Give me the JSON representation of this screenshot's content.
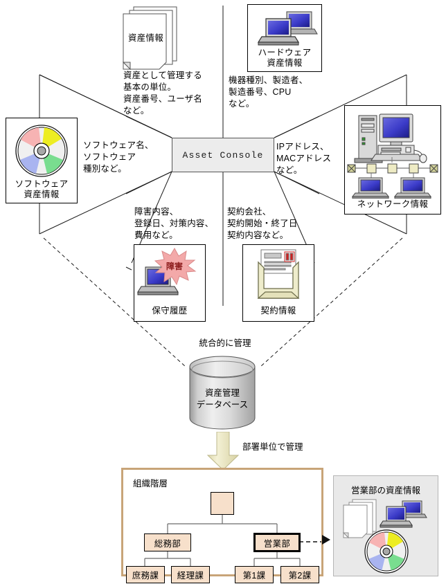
{
  "diagram": {
    "center": {
      "label": "Asset Console"
    },
    "nodes": [
      {
        "id": "asset-info",
        "label": "資産情報",
        "icon": "documents-icon"
      },
      {
        "id": "hardware-info",
        "label": "ハードウェア\n資産情報",
        "icon": "laptops-icon"
      },
      {
        "id": "network-info",
        "label": "ネットワーク情報",
        "icon": "network-icon"
      },
      {
        "id": "contract-info",
        "label": "契約情報",
        "icon": "envelope-icon"
      },
      {
        "id": "maintenance",
        "label": "保守履歴",
        "icon": "failure-burst-icon"
      },
      {
        "id": "software-info",
        "label": "ソフトウェア\n資産情報",
        "icon": "cd-icon"
      }
    ],
    "descriptions": [
      {
        "id": "asset-info-desc",
        "text": "資産として管理する\n基本の単位。\n資産番号、ユーザ名\nなど。"
      },
      {
        "id": "hardware-info-desc",
        "text": "機器種別、製造者、\n製造番号、CPU\nなど。"
      },
      {
        "id": "network-info-desc",
        "text": "IPアドレス、\nMACアドレス\nなど。"
      },
      {
        "id": "contract-info-desc",
        "text": "契約会社、\n契約開始・終了日\n契約内容など。"
      },
      {
        "id": "maintenance-desc",
        "text": "障害内容、\n登録日、対策内容、\n費用など。"
      },
      {
        "id": "software-info-desc",
        "text": "ソフトウェア名、\nソフトウェア\n種別など。"
      }
    ],
    "burst_label": "障害",
    "database": {
      "caption": "統合的に管理",
      "label": "資産管理\nデータベース"
    },
    "flow_caption": "部署単位で管理",
    "org": {
      "title": "組織階層",
      "root": "",
      "branches": [
        {
          "label": "総務部",
          "highlighted": false,
          "children": [
            "庶務課",
            "経理課"
          ]
        },
        {
          "label": "営業部",
          "highlighted": true,
          "children": [
            "第1課",
            "第2課"
          ]
        }
      ]
    },
    "sales_panel": {
      "title": "営業部の資産情報",
      "icons": [
        "documents-icon",
        "laptops-icon",
        "cd-icon"
      ]
    },
    "colors": {
      "console_fill": "#ececec",
      "org_border": "#c8a478",
      "org_box_fill": "#f7e0cb",
      "arrow_fill": "#f0eccd",
      "burst_fill": "#f3a9a9",
      "burst_text": "#8c1c1c",
      "envelope_fill": "#eeeccb",
      "panel_fill": "#e9e9e9",
      "screen_blue": "#3b3bc8"
    }
  }
}
